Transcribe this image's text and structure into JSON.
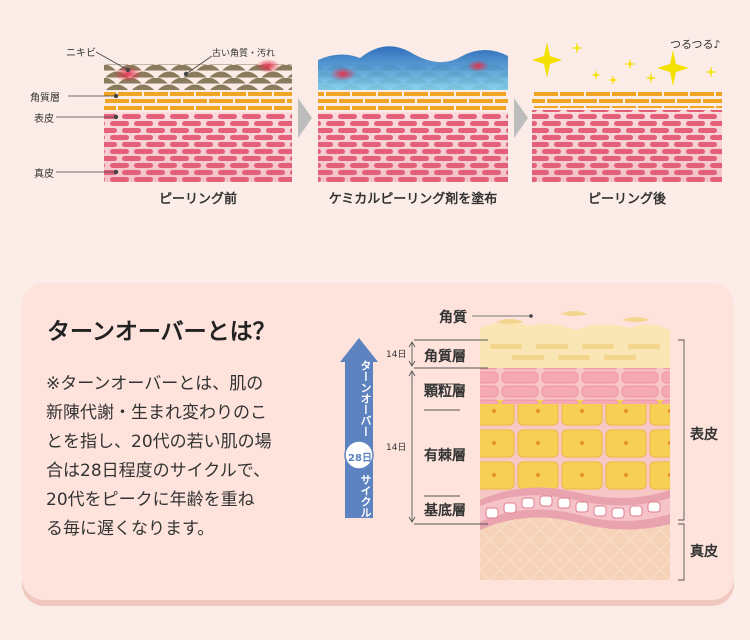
{
  "top_diagram": {
    "labels": {
      "acne": "ニキビ",
      "old_keratin": "古い角質・汚れ",
      "stratum_corneum": "角質層",
      "epidermis": "表皮",
      "dermis": "真皮",
      "smooth": "つるつる♪"
    },
    "captions": {
      "before": "ピーリング前",
      "applying": "ケミカルピーリング剤を塗布",
      "after": "ピーリング後"
    }
  },
  "turnover": {
    "title": "ターンオーバーとは？",
    "description": [
      "※ターンオーバーとは、肌の",
      "新陳代謝・生まれ変わりのこ",
      "とを指し、20代の若い肌の場",
      "合は28日程度のサイクルで、",
      "20代をピークに年齢を重ね",
      "る毎に遅くなります。"
    ],
    "arrow": {
      "top_text": "ターンオーバー",
      "badge": "28日",
      "bottom_text": "サイクル"
    },
    "durations": {
      "upper": "14日",
      "lower": "14日"
    },
    "layers": {
      "keratin": "角質",
      "stratum_corneum": "角質層",
      "granular": "顆粒層",
      "spinous": "有棘層",
      "basal": "基底層"
    },
    "groups": {
      "epidermis": "表皮",
      "dermis": "真皮"
    }
  },
  "colors": {
    "background": "#fbece7",
    "card": "#fde3dc",
    "scale": "#8a7b5c",
    "keratin": "#f0a524",
    "skin_pink": "#f4c3c8",
    "cell_red": "#e4607a",
    "sky_blue": "#2f7ccc",
    "sparkle": "#f5e100",
    "arrow_blue": "#5c82bf",
    "cell_yellow": "#f6cf55",
    "dermis": "#f6d2b8"
  }
}
